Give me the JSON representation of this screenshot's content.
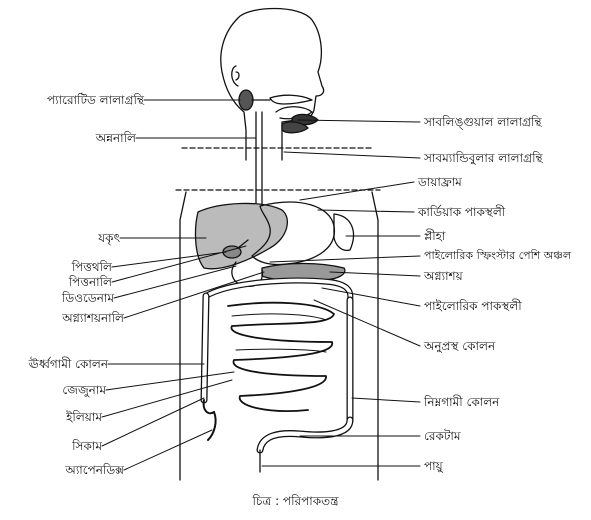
{
  "diagram": {
    "labels_left": [
      "প্যারোটিড লালাগ্রন্থি",
      "অন্ননালি",
      "যকৃৎ",
      "পিত্তথলি",
      "পিত্তনালি",
      "ডিওডেনাম",
      "অগ্ন্যাশয়নালি",
      "ঊর্ধ্বগামী কোলন",
      "জেজুনাম",
      "ইলিয়াম",
      "সিকাম",
      "অ্যাপেনডিক্স"
    ],
    "labels_right": [
      "সাবলিঙ্গুয়াল লালাগ্রন্থি",
      "সাবম্যান্ডিবুলার লালাগ্রন্থি",
      "ডায়াফ্রাম",
      "কার্ডিয়াক পাকস্থলী",
      "প্লীহা",
      "পাইলোরিক স্ফিংস্টার পেশি অঞ্চল",
      "অগ্ন্যাশয়",
      "পাইলোরিক পাকস্থলী",
      "অনুপ্রস্থ কোলন",
      "নিম্নগামী কোলন",
      "রেকটাম",
      "পায়ু"
    ],
    "caption": "চিত্র : পরিপাকতন্ত্র"
  }
}
